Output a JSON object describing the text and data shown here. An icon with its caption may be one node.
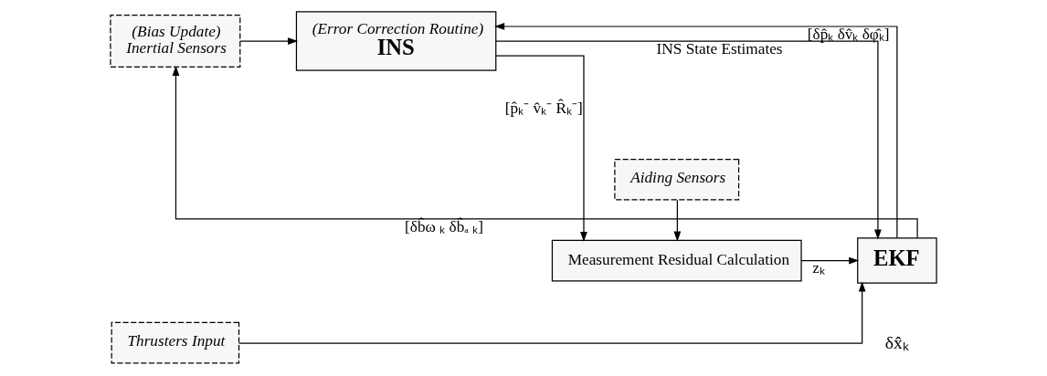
{
  "diagram": {
    "nodes": [
      {
        "text": [
          "(Bias Update)",
          "Inertial Sensors"
        ]
      },
      {
        "text": [
          "(Error Correction Routine)",
          "INS"
        ]
      },
      {
        "text": [
          "Aiding Sensors"
        ]
      },
      {
        "text": [
          "Measurement Residual Calculation"
        ]
      },
      {
        "text": [
          "EKF"
        ],
        "beside": [
          "δx̂ₖ"
        ]
      },
      {
        "text": [
          "Thrusters Input"
        ]
      }
    ],
    "edges": [
      {
        "from": 0,
        "to": 1,
        "arrow": "to"
      },
      {
        "from": 1,
        "to": 3,
        "arrow": "to",
        "label": "[p̂ₖ⁻ v̂ₖ⁻ R̂ₖ⁻]"
      },
      {
        "from": 2,
        "to": 3,
        "arrow": "to"
      },
      {
        "from": 3,
        "to": 4,
        "arrow": "to",
        "label": "zₖ"
      },
      {
        "from": 1,
        "to": 4,
        "arrow": "to",
        "label": "INS State Estimates"
      },
      {
        "from": 5,
        "to": 4,
        "arrow": "to"
      },
      {
        "from": 4,
        "to": 0,
        "arrow": "to",
        "label": "[δb̂ω ₖ δb̂ₐ ₖ]"
      },
      {
        "from": 4,
        "to": 1,
        "arrow": "to",
        "label": "[δp̂ₖ δv̂ₖ δφ̂ₖ]"
      }
    ]
  }
}
